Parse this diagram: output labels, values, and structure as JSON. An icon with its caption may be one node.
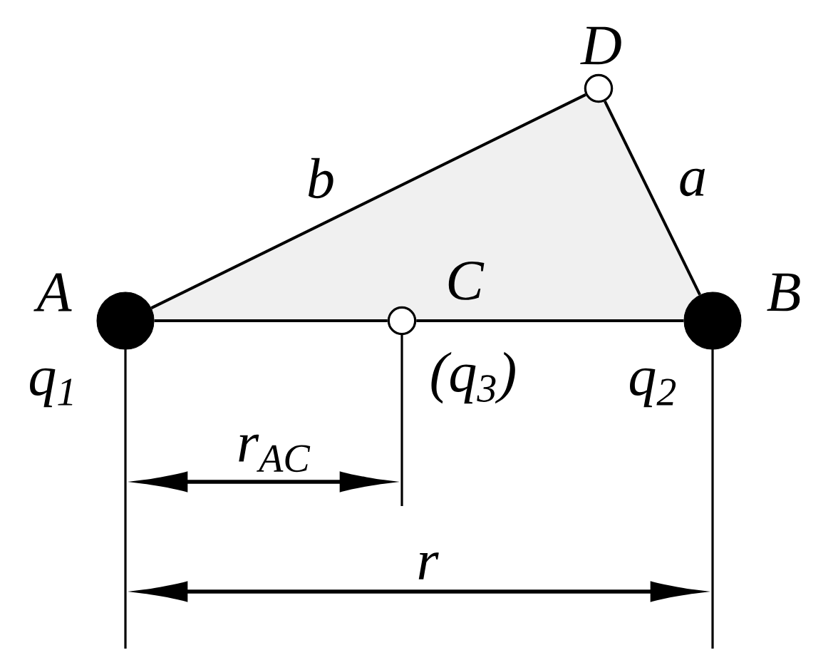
{
  "diagram": {
    "nodes": [
      {
        "text": [],
        "shape": "dot",
        "beside": [
          "A",
          "q$_{1}$"
        ]
      },
      {
        "text": [],
        "shape": "circle",
        "beside": [
          "C",
          "(q$_{3}$)"
        ]
      },
      {
        "text": [],
        "shape": "dot",
        "beside": [
          "B",
          "q$_{2}$"
        ]
      },
      {
        "text": [],
        "shape": "circle",
        "beside": [
          "D"
        ]
      }
    ],
    "edges": [
      {
        "from": 0,
        "to": 3,
        "arrow": "none",
        "label": "b"
      },
      {
        "from": 3,
        "to": 2,
        "arrow": "none",
        "label": "a"
      },
      {
        "from": 0,
        "to": 1,
        "arrow": "none"
      },
      {
        "from": 1,
        "to": 2,
        "arrow": "none"
      }
    ],
    "labels": [
      "r$_{AC}$",
      "r"
    ]
  }
}
